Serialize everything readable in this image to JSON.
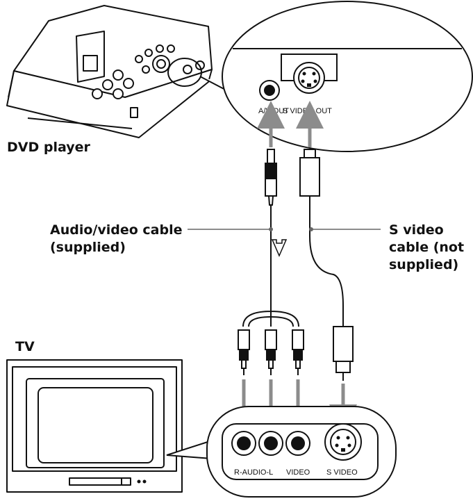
{
  "labels": {
    "dvd_player": "DVD player",
    "av_cable_line1": "Audio/video cable",
    "av_cable_line2": "(supplied)",
    "s_video_cable_line1": "S video",
    "s_video_cable_line2": "cable (not",
    "s_video_cable_line3": "supplied)",
    "tv": "TV"
  },
  "jacks": {
    "av_out": "A/V OUT",
    "s_video_out": "S VIDEO OUT",
    "r_audio_l": "R-AUDIO-L",
    "video": "VIDEO",
    "s_video": "S VIDEO"
  },
  "colors": {
    "arrow": "#8c8c8c",
    "line": "#111111"
  }
}
